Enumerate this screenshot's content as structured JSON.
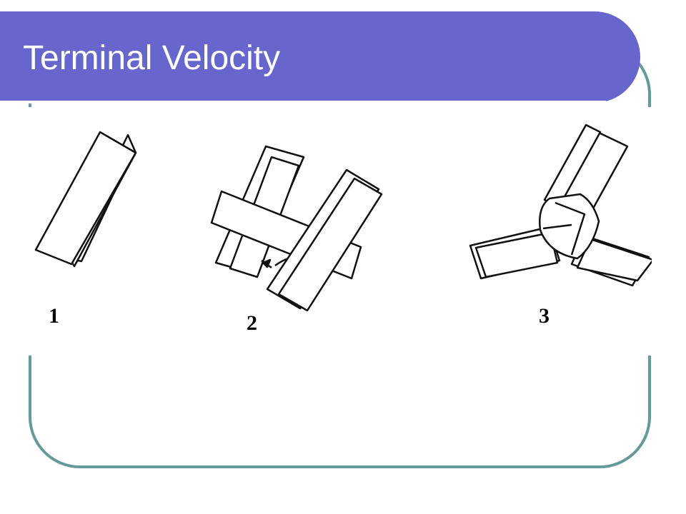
{
  "slide": {
    "title": "Terminal Velocity",
    "accent_color": "#6666cc",
    "frame_color": "#669999"
  },
  "figure": {
    "steps": [
      {
        "label": "1"
      },
      {
        "label": "2"
      },
      {
        "label": "3"
      }
    ]
  }
}
